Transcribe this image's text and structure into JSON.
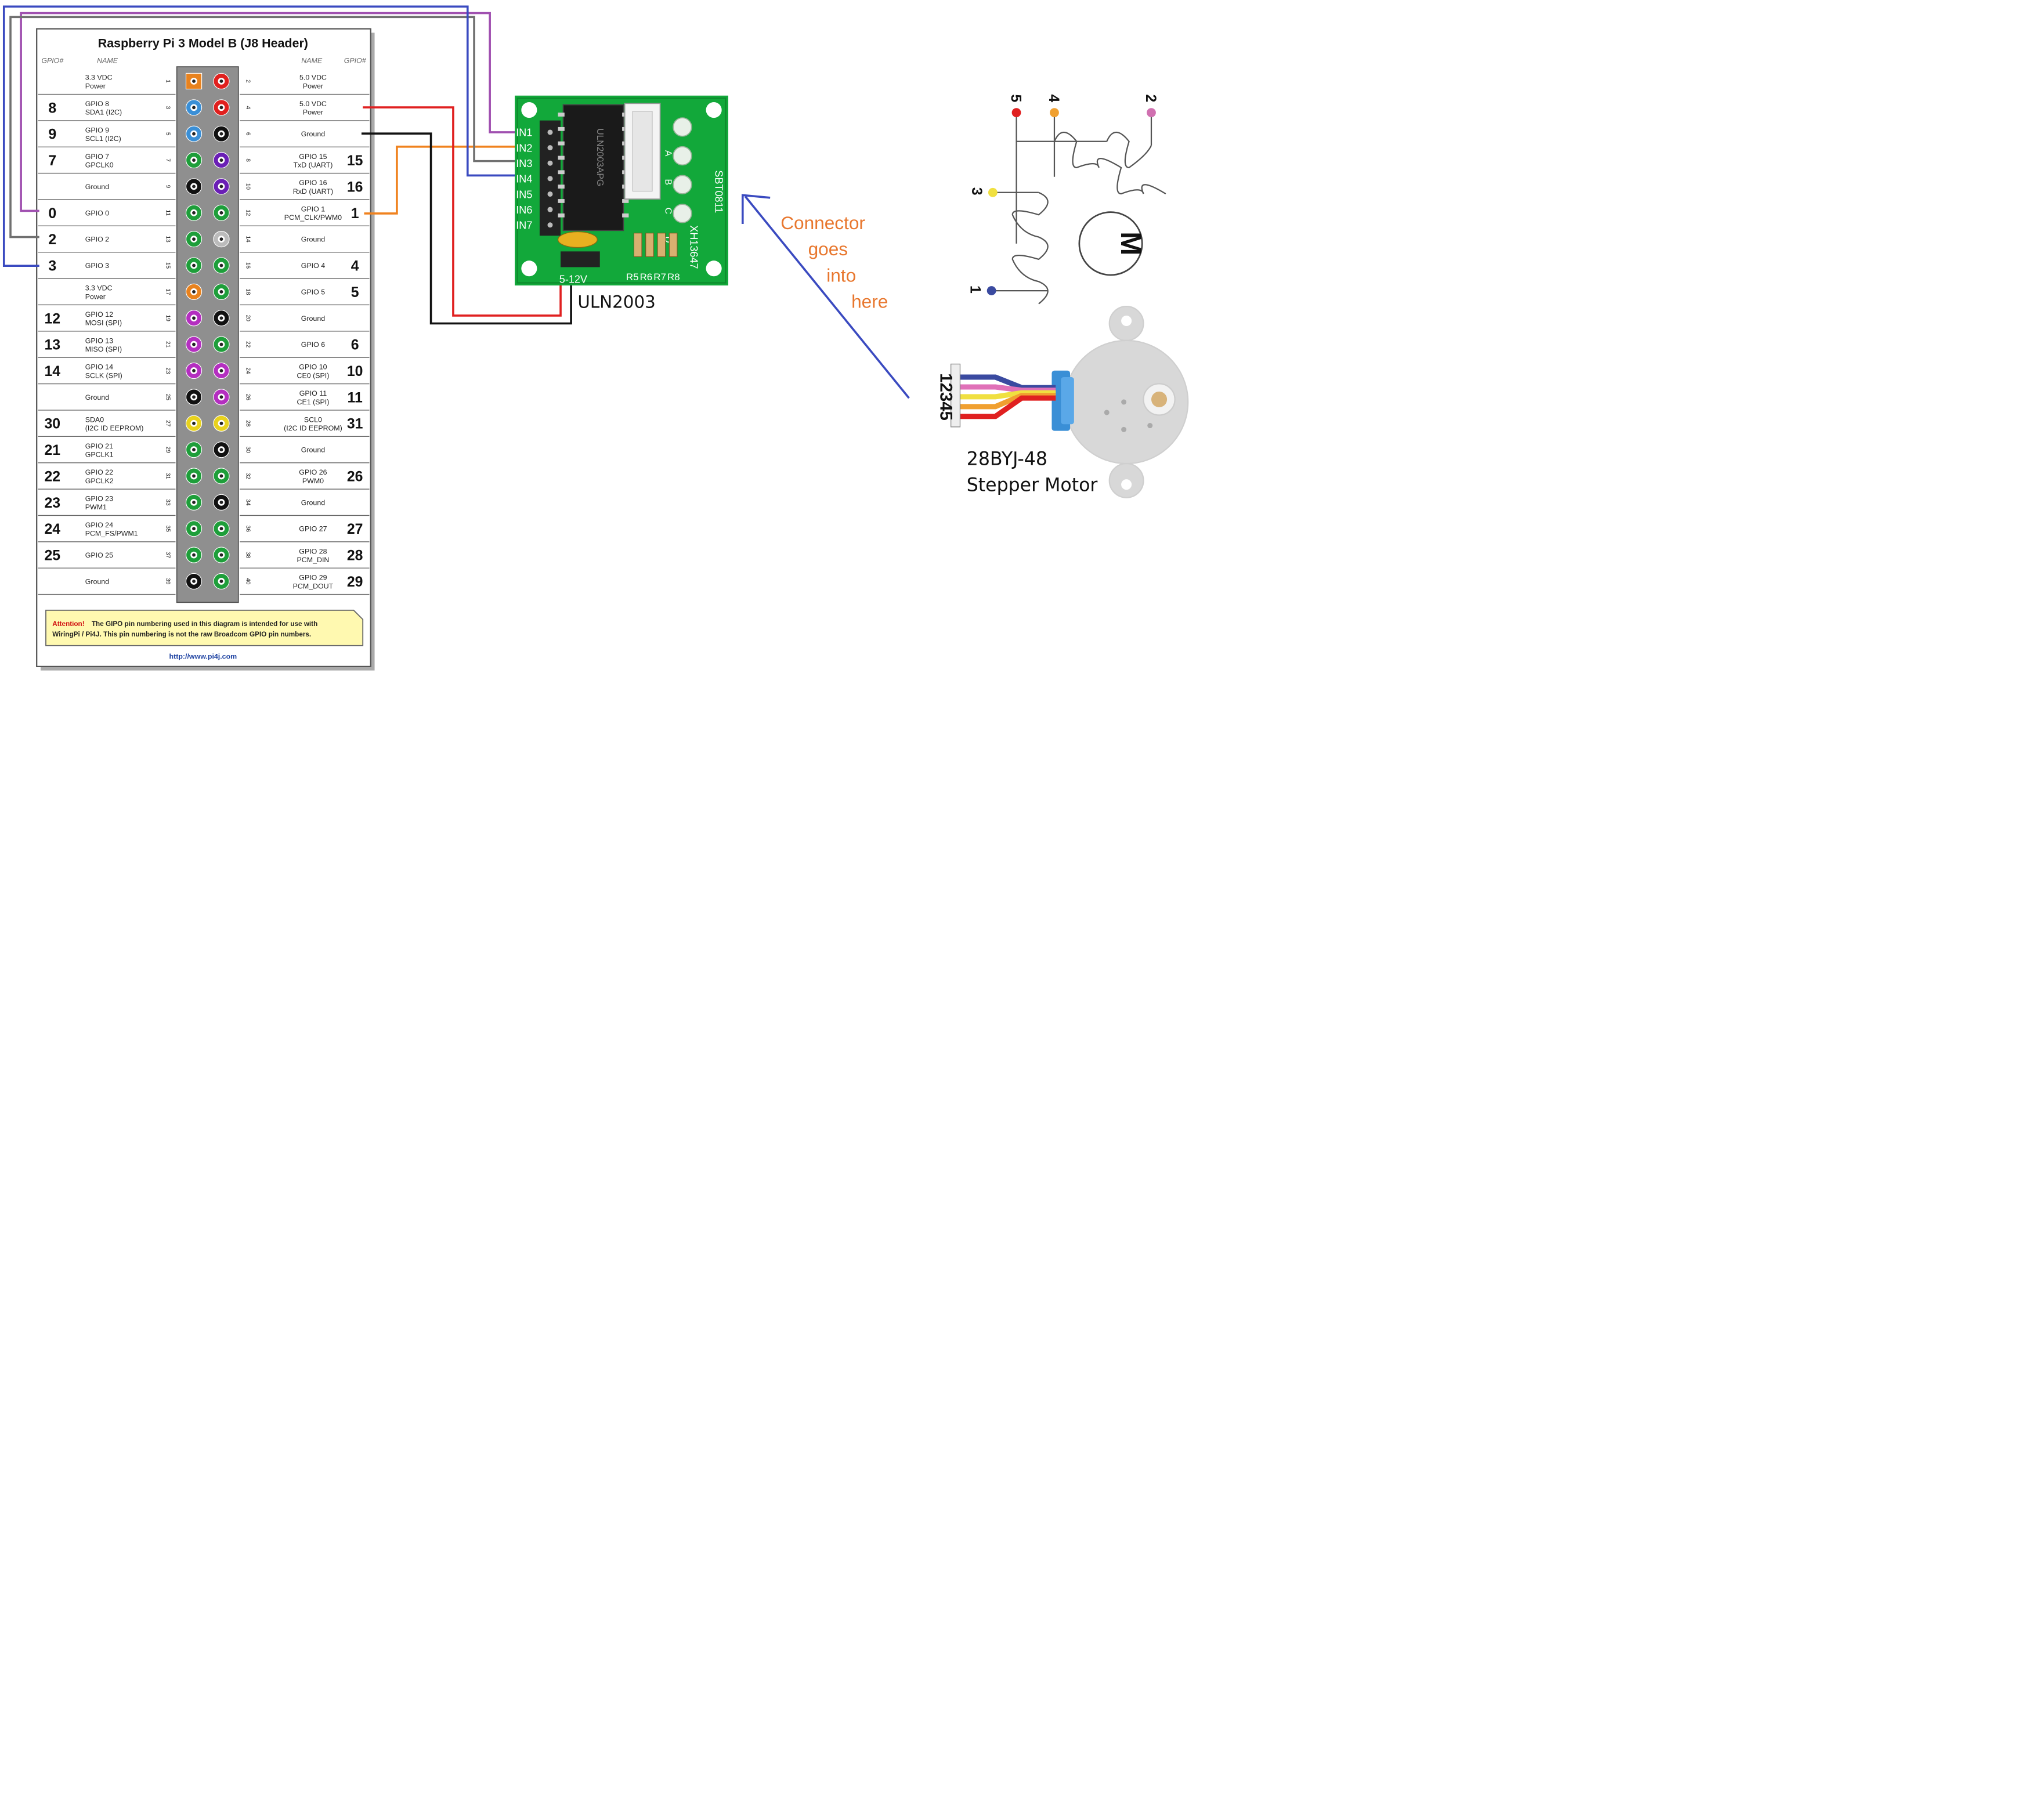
{
  "pinout": {
    "title": "Raspberry Pi 3 Model B (J8 Header)",
    "col_gpio": "GPIO#",
    "col_name": "NAME",
    "attention_label": "Attention!",
    "attention_text_1": "The GIPO pin numbering used in this diagram is intended for use with",
    "attention_text_2": "WiringPi / Pi4J.  This pin numbering is not the raw Broadcom GPIO pin numbers.",
    "url": "http://www.pi4j.com",
    "rows": [
      {
        "lg": "",
        "ln1": "3.3 VDC",
        "ln2": "Power",
        "lp": "1",
        "lc": "#e8821e",
        "lsq": true,
        "rp": "2",
        "rc": "#e0201e",
        "rn1": "5.0 VDC",
        "rn2": "Power",
        "rg": ""
      },
      {
        "lg": "8",
        "ln1": "GPIO 8",
        "ln2": "SDA1 (I2C)",
        "lp": "3",
        "lc": "#3a8fd6",
        "rp": "4",
        "rc": "#e0201e",
        "rn1": "5.0 VDC",
        "rn2": "Power",
        "rg": ""
      },
      {
        "lg": "9",
        "ln1": "GPIO 9",
        "ln2": "SCL1 (I2C)",
        "lp": "5",
        "lc": "#3a8fd6",
        "rp": "6",
        "rc": "#111111",
        "rn1": "Ground",
        "rn2": "",
        "rg": ""
      },
      {
        "lg": "7",
        "ln1": "GPIO 7",
        "ln2": "GPCLK0",
        "lp": "7",
        "lc": "#1e9e3a",
        "rp": "8",
        "rc": "#6a1fb5",
        "rn1": "GPIO 15",
        "rn2": "TxD (UART)",
        "rg": "15"
      },
      {
        "lg": "",
        "ln1": "Ground",
        "ln2": "",
        "lp": "9",
        "lc": "#111111",
        "rp": "10",
        "rc": "#6a1fb5",
        "rn1": "GPIO 16",
        "rn2": "RxD (UART)",
        "rg": "16"
      },
      {
        "lg": "0",
        "ln1": "GPIO 0",
        "ln2": "",
        "lp": "11",
        "lc": "#1e9e3a",
        "rp": "12",
        "rc": "#1e9e3a",
        "rn1": "GPIO 1",
        "rn2": "PCM_CLK/PWM0",
        "rg": "1"
      },
      {
        "lg": "2",
        "ln1": "GPIO 2",
        "ln2": "",
        "lp": "13",
        "lc": "#1e9e3a",
        "rp": "14",
        "rc": "#bbbbbb",
        "rn1": "Ground",
        "rn2": "",
        "rg": ""
      },
      {
        "lg": "3",
        "ln1": "GPIO 3",
        "ln2": "",
        "lp": "15",
        "lc": "#1e9e3a",
        "rp": "16",
        "rc": "#1e9e3a",
        "rn1": "GPIO 4",
        "rn2": "",
        "rg": "4"
      },
      {
        "lg": "",
        "ln1": "3.3 VDC",
        "ln2": "Power",
        "lp": "17",
        "lc": "#e8821e",
        "rp": "18",
        "rc": "#1e9e3a",
        "rn1": "GPIO 5",
        "rn2": "",
        "rg": "5"
      },
      {
        "lg": "12",
        "ln1": "GPIO 12",
        "ln2": "MOSI (SPI)",
        "lp": "19",
        "lc": "#b42fc0",
        "rp": "20",
        "rc": "#111111",
        "rn1": "Ground",
        "rn2": "",
        "rg": ""
      },
      {
        "lg": "13",
        "ln1": "GPIO 13",
        "ln2": "MISO (SPI)",
        "lp": "21",
        "lc": "#b42fc0",
        "rp": "22",
        "rc": "#1e9e3a",
        "rn1": "GPIO 6",
        "rn2": "",
        "rg": "6"
      },
      {
        "lg": "14",
        "ln1": "GPIO 14",
        "ln2": "SCLK (SPI)",
        "lp": "23",
        "lc": "#b42fc0",
        "rp": "24",
        "rc": "#b42fc0",
        "rn1": "GPIO 10",
        "rn2": "CE0 (SPI)",
        "rg": "10"
      },
      {
        "lg": "",
        "ln1": "Ground",
        "ln2": "",
        "lp": "25",
        "lc": "#111111",
        "rp": "26",
        "rc": "#b42fc0",
        "rn1": "GPIO 11",
        "rn2": "CE1 (SPI)",
        "rg": "11"
      },
      {
        "lg": "30",
        "ln1": "SDA0",
        "ln2": "(I2C ID EEPROM)",
        "lp": "27",
        "lc": "#e8d21e",
        "rp": "28",
        "rc": "#e8d21e",
        "rn1": "SCL0",
        "rn2": "(I2C ID EEPROM)",
        "rg": "31"
      },
      {
        "lg": "21",
        "ln1": "GPIO 21",
        "ln2": "GPCLK1",
        "lp": "29",
        "lc": "#1e9e3a",
        "rp": "30",
        "rc": "#111111",
        "rn1": "Ground",
        "rn2": "",
        "rg": ""
      },
      {
        "lg": "22",
        "ln1": "GPIO 22",
        "ln2": "GPCLK2",
        "lp": "31",
        "lc": "#1e9e3a",
        "rp": "32",
        "rc": "#1e9e3a",
        "rn1": "GPIO 26",
        "rn2": "PWM0",
        "rg": "26"
      },
      {
        "lg": "23",
        "ln1": "GPIO 23",
        "ln2": "PWM1",
        "lp": "33",
        "lc": "#1e9e3a",
        "rp": "34",
        "rc": "#111111",
        "rn1": "Ground",
        "rn2": "",
        "rg": ""
      },
      {
        "lg": "24",
        "ln1": "GPIO 24",
        "ln2": "PCM_FS/PWM1",
        "lp": "35",
        "lc": "#1e9e3a",
        "rp": "36",
        "rc": "#1e9e3a",
        "rn1": "GPIO 27",
        "rn2": "",
        "rg": "27"
      },
      {
        "lg": "25",
        "ln1": "GPIO 25",
        "ln2": "",
        "lp": "37",
        "lc": "#1e9e3a",
        "rp": "38",
        "rc": "#1e9e3a",
        "rn1": "GPIO 28",
        "rn2": "PCM_DIN",
        "rg": "28"
      },
      {
        "lg": "",
        "ln1": "Ground",
        "ln2": "",
        "lp": "39",
        "lc": "#111111",
        "rp": "40",
        "rc": "#1e9e3a",
        "rn1": "GPIO 29",
        "rn2": "PCM_DOUT",
        "rg": "29"
      }
    ]
  },
  "driver": {
    "label": "ULN2003",
    "inputs": [
      "IN1",
      "IN2",
      "IN3",
      "IN4",
      "IN5",
      "IN6",
      "IN7"
    ],
    "led_letters": [
      "A",
      "B",
      "C",
      "D"
    ],
    "supply": "5-12V",
    "resistors": [
      "R5",
      "R6",
      "R7",
      "R8"
    ],
    "side_code": "SBT0811",
    "side_code_2": "XH13647",
    "chip_text": "ULN2003APG"
  },
  "annotation": {
    "line1": "Connector",
    "line2": "goes",
    "line3": "into",
    "line4": "here",
    "color": "#e8772e"
  },
  "motor": {
    "name": "28BYJ-48",
    "type": "Stepper Motor",
    "connector_pins": "12345",
    "wire_colors": [
      "#3a4aa0",
      "#e070b8",
      "#f0e040",
      "#f0a030",
      "#e02020"
    ]
  },
  "schematic": {
    "motor_symbol": "M",
    "terminals": [
      {
        "label": "5",
        "color": "#e02020"
      },
      {
        "label": "4",
        "color": "#f0a030"
      },
      {
        "label": "2",
        "color": "#d070b0"
      },
      {
        "label": "3",
        "color": "#f0e040"
      },
      {
        "label": "1",
        "color": "#3a4aa0"
      }
    ]
  },
  "wires": {
    "colors": {
      "in1": "#a050b0",
      "in2": "#f0821e",
      "in3": "#707070",
      "in4": "#3a4ac0",
      "power": "#e02020",
      "ground": "#111111",
      "arrow": "#3a4ac0"
    }
  }
}
